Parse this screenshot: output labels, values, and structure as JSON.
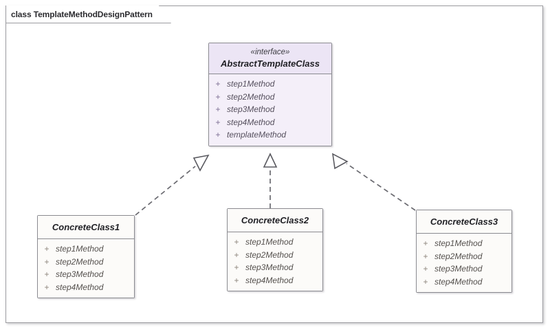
{
  "frame": {
    "tab_label": "class TemplateMethodDesignPattern",
    "border_color": "#9b9b9f"
  },
  "diagram": {
    "type": "uml-class-diagram",
    "relationship_kind": "realization",
    "colors": {
      "interface_fill": "#f4eff9",
      "interface_header_fill": "#ece5f5",
      "concrete_fill": "#fcfbf9",
      "line": "#6a6a70",
      "border": "#8a8a90"
    }
  },
  "interface": {
    "stereotype": "«interface»",
    "name": "AbstractTemplateClass",
    "members": [
      {
        "visibility": "+",
        "name": "step1Method"
      },
      {
        "visibility": "+",
        "name": "step2Method"
      },
      {
        "visibility": "+",
        "name": "step3Method"
      },
      {
        "visibility": "+",
        "name": "step4Method"
      },
      {
        "visibility": "+",
        "name": "templateMethod"
      }
    ]
  },
  "concrete_classes": [
    {
      "name": "ConcreteClass1",
      "members": [
        {
          "visibility": "+",
          "name": "step1Method"
        },
        {
          "visibility": "+",
          "name": "step2Method"
        },
        {
          "visibility": "+",
          "name": "step3Method"
        },
        {
          "visibility": "+",
          "name": "step4Method"
        }
      ]
    },
    {
      "name": "ConcreteClass2",
      "members": [
        {
          "visibility": "+",
          "name": "step1Method"
        },
        {
          "visibility": "+",
          "name": "step2Method"
        },
        {
          "visibility": "+",
          "name": "step3Method"
        },
        {
          "visibility": "+",
          "name": "step4Method"
        }
      ]
    },
    {
      "name": "ConcreteClass3",
      "members": [
        {
          "visibility": "+",
          "name": "step1Method"
        },
        {
          "visibility": "+",
          "name": "step2Method"
        },
        {
          "visibility": "+",
          "name": "step3Method"
        },
        {
          "visibility": "+",
          "name": "step4Method"
        }
      ]
    }
  ]
}
